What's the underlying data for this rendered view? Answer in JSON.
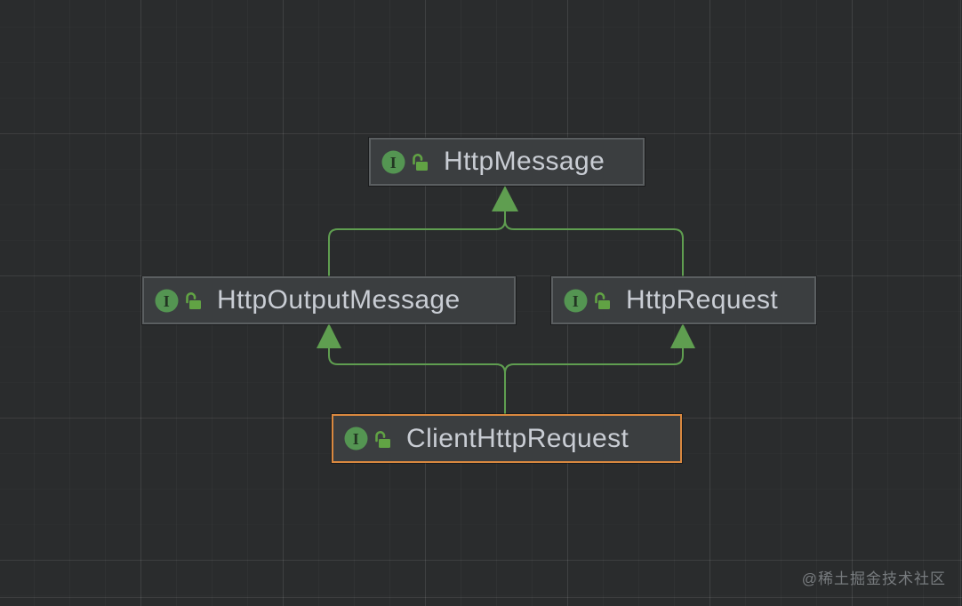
{
  "colors": {
    "background": "#2a2c2d",
    "grid_major": "#3a3d3f",
    "grid_minor": "#323436",
    "node_background": "#3b3e40",
    "node_border": "#5b5f61",
    "selected_border": "#d9883f",
    "node_text": "#c9cdd4",
    "connector": "#5f9e50",
    "interface_icon_fill": "#549552",
    "interface_letter_color": "#223522",
    "lock_icon": "#61a344",
    "watermark": "#85898d"
  },
  "icons": {
    "interface_letter": "I"
  },
  "diagram": {
    "nodes": [
      {
        "label": "HttpMessage",
        "kind": "interface",
        "visibility": "public",
        "selected": false
      },
      {
        "label": "HttpOutputMessage",
        "kind": "interface",
        "visibility": "public",
        "selected": false
      },
      {
        "label": "HttpRequest",
        "kind": "interface",
        "visibility": "public",
        "selected": false
      },
      {
        "label": "ClientHttpRequest",
        "kind": "interface",
        "visibility": "public",
        "selected": true
      }
    ],
    "edges": [
      {
        "from": "HttpOutputMessage",
        "to": "HttpMessage",
        "relation": "extends"
      },
      {
        "from": "HttpRequest",
        "to": "HttpMessage",
        "relation": "extends"
      },
      {
        "from": "ClientHttpRequest",
        "to": "HttpOutputMessage",
        "relation": "extends"
      },
      {
        "from": "ClientHttpRequest",
        "to": "HttpRequest",
        "relation": "extends"
      }
    ]
  },
  "watermark": {
    "text": "@稀土掘金技术社区"
  }
}
